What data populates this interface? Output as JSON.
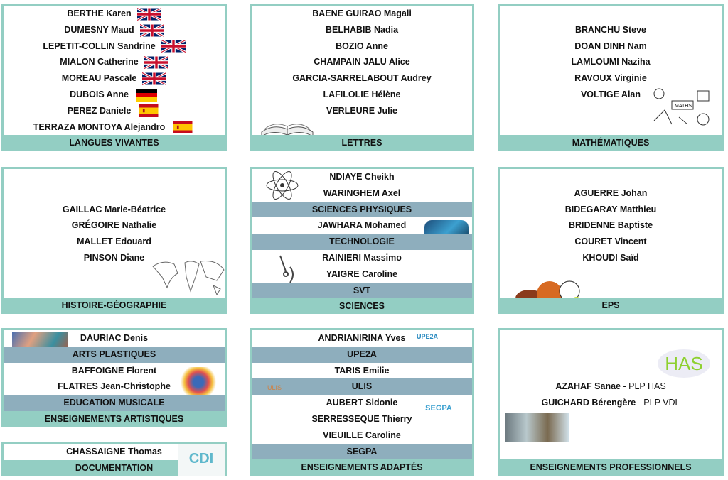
{
  "panels": [
    {
      "id": "langues",
      "title": "LANGUES VIVANTES",
      "rows": [
        {
          "type": "name",
          "text": "BERTHE Karen",
          "flag": "uk"
        },
        {
          "type": "name",
          "text": "DUMESNY Maud",
          "flag": "uk"
        },
        {
          "type": "name",
          "text": "LEPETIT-COLLIN Sandrine",
          "flag": "uk"
        },
        {
          "type": "name",
          "text": "MIALON Catherine",
          "flag": "uk"
        },
        {
          "type": "name",
          "text": "MOREAU Pascale",
          "flag": "uk"
        },
        {
          "type": "name",
          "text": "DUBOIS Anne",
          "flag": "de"
        },
        {
          "type": "name",
          "text": "PEREZ Daniele",
          "flag": "es"
        },
        {
          "type": "name",
          "text": "TERRAZA MONTOYA Alejandro",
          "flag": "es"
        }
      ]
    },
    {
      "id": "lettres",
      "title": "LETTRES",
      "rows": [
        {
          "type": "name",
          "text": "BAENE GUIRAO Magali"
        },
        {
          "type": "name",
          "text": "BELHABIB Nadia"
        },
        {
          "type": "name",
          "text": "BOZIO Anne"
        },
        {
          "type": "name",
          "text": "CHAMPAIN JALU Alice"
        },
        {
          "type": "name",
          "text": "GARCIA-SARRELABOUT Audrey"
        },
        {
          "type": "name",
          "text": "LAFILOLIE Hélène"
        },
        {
          "type": "name",
          "text": "VERLEURE Julie"
        }
      ]
    },
    {
      "id": "maths",
      "title": "MATHÉMATIQUES",
      "rows": [
        {
          "type": "name",
          "text": "BRANCHU Steve"
        },
        {
          "type": "name",
          "text": "DOAN DINH Nam"
        },
        {
          "type": "name",
          "text": "LAMLOUMI Naziha"
        },
        {
          "type": "name",
          "text": "RAVOUX Virginie"
        },
        {
          "type": "name",
          "text": "VOLTIGE Alan"
        }
      ]
    },
    {
      "id": "histoire",
      "title": "HISTOIRE-GÉOGRAPHIE",
      "rows": [
        {
          "type": "name",
          "text": "GAILLAC Marie-Béatrice"
        },
        {
          "type": "name",
          "text": "GRÉGOIRE Nathalie"
        },
        {
          "type": "name",
          "text": "MALLET Edouard"
        },
        {
          "type": "name",
          "text": "PINSON Diane"
        }
      ]
    },
    {
      "id": "sciences",
      "title": "SCIENCES",
      "rows": [
        {
          "type": "name",
          "text": "NDIAYE Cheikh"
        },
        {
          "type": "name",
          "text": "WARINGHEM Axel"
        },
        {
          "type": "sub",
          "text": "SCIENCES PHYSIQUES"
        },
        {
          "type": "name",
          "text": "JAWHARA Mohamed"
        },
        {
          "type": "sub",
          "text": "TECHNOLOGIE"
        },
        {
          "type": "name",
          "text": "RAINIERI Massimo"
        },
        {
          "type": "name",
          "text": "YAIGRE Caroline"
        },
        {
          "type": "sub",
          "text": "SVT"
        }
      ]
    },
    {
      "id": "eps",
      "title": "EPS",
      "rows": [
        {
          "type": "name",
          "text": "AGUERRE Johan"
        },
        {
          "type": "name",
          "text": "BIDEGARAY Matthieu"
        },
        {
          "type": "name",
          "text": "BRIDENNE Baptiste"
        },
        {
          "type": "name",
          "text": "COURET Vincent"
        },
        {
          "type": "name",
          "text": "KHOUDI Saïd"
        }
      ]
    },
    {
      "id": "artistiques",
      "title": "ENSEIGNEMENTS ARTISTIQUES",
      "rows": [
        {
          "type": "name",
          "text": "DAURIAC Denis"
        },
        {
          "type": "sub",
          "text": "ARTS PLASTIQUES"
        },
        {
          "type": "name",
          "text": "BAFFOIGNE Florent"
        },
        {
          "type": "name",
          "text": "FLATRES Jean-Christophe"
        },
        {
          "type": "sub",
          "text": "EDUCATION MUSICALE"
        }
      ]
    },
    {
      "id": "documentation",
      "title": "DOCUMENTATION",
      "rows": [
        {
          "type": "name",
          "text": "CHASSAIGNE Thomas"
        }
      ]
    },
    {
      "id": "adaptes",
      "title": "ENSEIGNEMENTS ADAPTÉS",
      "rows": [
        {
          "type": "name",
          "text": "ANDRIANIRINA Yves"
        },
        {
          "type": "sub",
          "text": "UPE2A"
        },
        {
          "type": "name",
          "text": "TARIS Emilie"
        },
        {
          "type": "sub",
          "text": "ULIS"
        },
        {
          "type": "name",
          "text": "AUBERT Sidonie"
        },
        {
          "type": "name",
          "text": "SERRESSEQUE Thierry"
        },
        {
          "type": "name",
          "text": "VIEUILLE Caroline"
        },
        {
          "type": "sub",
          "text": "SEGPA"
        }
      ]
    },
    {
      "id": "professionnels",
      "title": "ENSEIGNEMENTS PROFESSIONNELS",
      "rows": [
        {
          "type": "name",
          "text": "AZAHAF Sanae",
          "suffix": " - PLP HAS"
        },
        {
          "type": "name",
          "text": "GUICHARD Bérengère",
          "suffix": " - PLP VDL"
        }
      ]
    }
  ],
  "images": {
    "upe2a": "UPE2A",
    "ulis": "ULIS",
    "segpa": "SEGPA",
    "has": "HAS",
    "cdi": "CDI",
    "maths": "MATHS"
  },
  "colors": {
    "teal": "#93cec3",
    "subheader": "#8eaebd"
  }
}
